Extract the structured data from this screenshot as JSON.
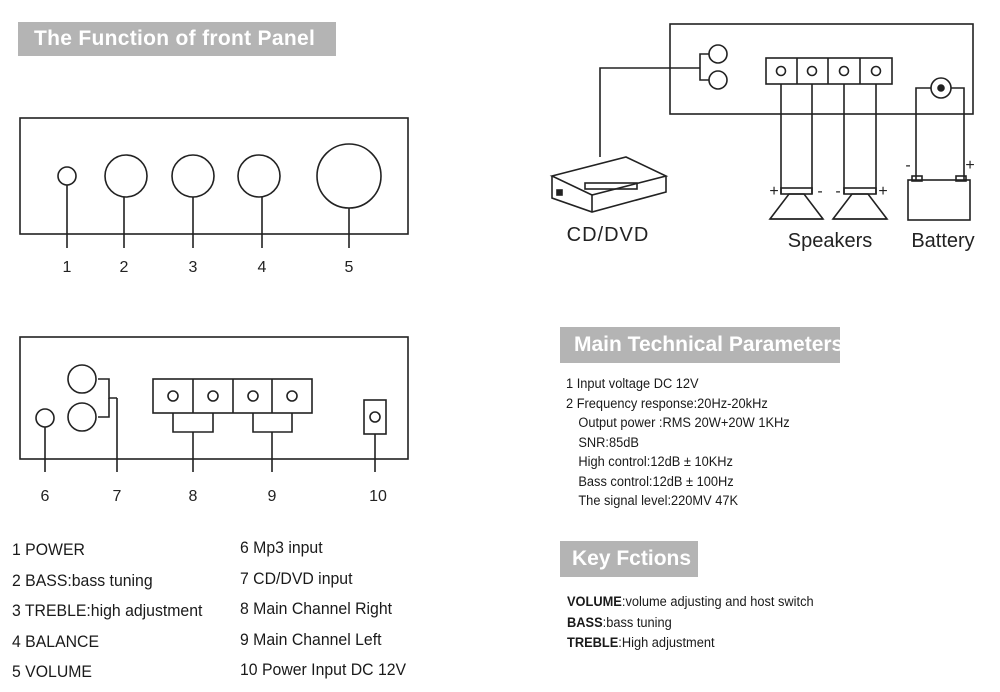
{
  "banners": {
    "front_panel": "The Function of front Panel",
    "technical": "Main Technical Parameters",
    "key": "Key Fctions"
  },
  "front_panel_numbers": [
    "1",
    "2",
    "3",
    "4",
    "5"
  ],
  "rear_panel_numbers": [
    "6",
    "7",
    "8",
    "9",
    "10"
  ],
  "connection": {
    "source_label": "CD/DVD",
    "speakers_label": "Speakers",
    "battery_label": "Battery",
    "minus": "-",
    "plus": "+"
  },
  "functions_left": [
    "1 POWER",
    "2 BASS:bass tuning",
    "3 TREBLE:high adjustment",
    "4 BALANCE",
    "5 VOLUME"
  ],
  "functions_right": [
    "6 Mp3 input",
    "7 CD/DVD input",
    "8 Main Channel Right",
    "9 Main Channel Left",
    "10 Power Input DC 12V"
  ],
  "technical_parameters": [
    "1 Input voltage DC 12V",
    "2 Frequency response:20Hz-20kHz",
    "Output power :RMS 20W+20W  1KHz",
    "SNR:85dB",
    "High control:12dB ± 10KHz",
    "Bass control:12dB ± 100Hz",
    "The signal level:220MV 47K"
  ],
  "key_functions": [
    {
      "name": "VOLUME",
      "desc": ":volume adjusting and host switch"
    },
    {
      "name": "BASS",
      "desc": ":bass tuning"
    },
    {
      "name": "TREBLE",
      "desc": ":High adjustment"
    }
  ]
}
